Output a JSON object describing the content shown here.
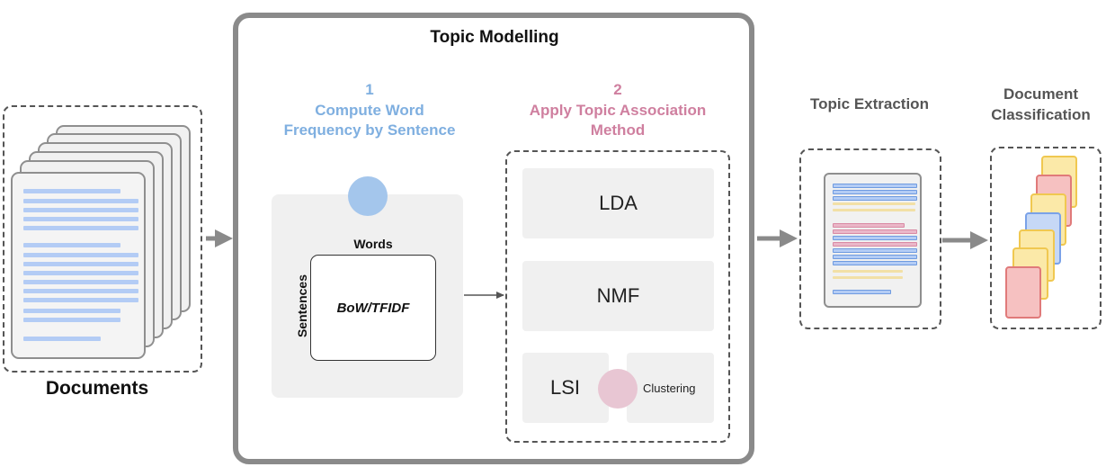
{
  "documents": {
    "label": "Documents"
  },
  "topic_modelling": {
    "title": "Topic Modelling",
    "step1": {
      "number": "1",
      "title_line1": "Compute Word",
      "title_line2": "Frequency by Sentence"
    },
    "matrix": {
      "col_label": "Words",
      "row_label": "Sentences",
      "center_label": "BoW/TFIDF"
    },
    "step2": {
      "number": "2",
      "title_line1": "Apply Topic Association",
      "title_line2": "Method"
    },
    "methods": {
      "lda": "LDA",
      "nmf": "NMF",
      "lsi": "LSI",
      "clustering": "Clustering"
    }
  },
  "topic_extraction": {
    "title": "Topic Extraction"
  },
  "document_classification": {
    "title_line1": "Document",
    "title_line2": "Classification"
  },
  "colors": {
    "step1": "#7fafe0",
    "step2": "#cf7f9f",
    "line_blue": "#b3ccf5",
    "line_pink": "#eab7c8",
    "line_yellow": "#f2e0a6",
    "arrow": "#8a8a8a",
    "circle_blue": "#a4c6ec",
    "circle_pink": "#e8c6d3"
  }
}
